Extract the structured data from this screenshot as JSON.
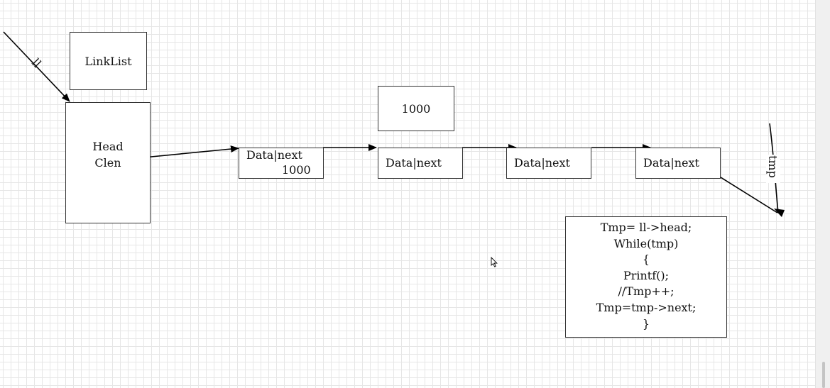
{
  "labels": {
    "linklist": "LinkList",
    "head_line1": "Head",
    "head_line2": "Clen",
    "address": "1000",
    "pointer_ll": "ll",
    "pointer_tmp": "tmp"
  },
  "nodes": [
    {
      "label": "Data|next",
      "sub": "1000"
    },
    {
      "label": "Data|next",
      "sub": ""
    },
    {
      "label": "Data|next",
      "sub": ""
    },
    {
      "label": "Data|next",
      "sub": ""
    }
  ],
  "code": {
    "lines": [
      "Tmp= ll->head;",
      "While(tmp)",
      "{",
      "Printf();",
      "//Tmp++;",
      "Tmp=tmp->next;",
      "}"
    ]
  },
  "colors": {
    "grid_minor": "#e6e6e6",
    "grid_major": "#c9c9c9",
    "stroke": "#000000"
  }
}
